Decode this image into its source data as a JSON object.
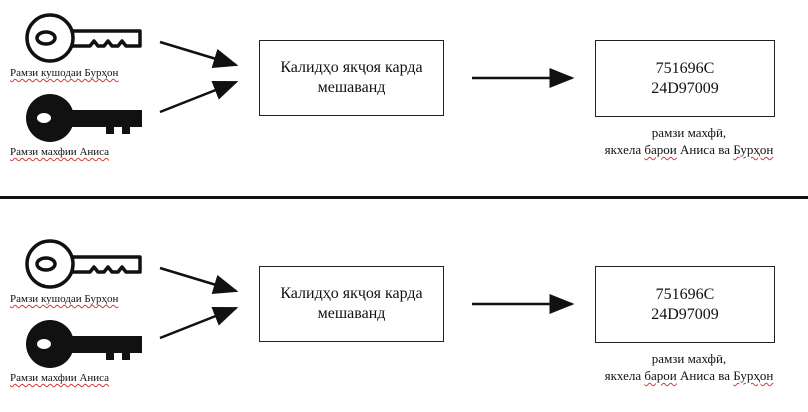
{
  "panels": [
    {
      "public_key_label": "Рамзи кушодаи Бурҳон",
      "private_key_label": "Рамзи махфии Аниса",
      "combine_box_line1": "Калидҳо якҷоя карда",
      "combine_box_line2": "мешаванд",
      "secret_line1": "751696C",
      "secret_line2": "24D97009",
      "caption_line1": "рамзи махфӣ,",
      "caption_line2_a": "якхела ",
      "caption_line2_b": "барои",
      "caption_line2_c": " Аниса ва ",
      "caption_line2_d": "Бурҳон"
    },
    {
      "public_key_label": "Рамзи кушодаи Бурҳон",
      "private_key_label": "Рамзи махфии Аниса",
      "combine_box_line1": "Калидҳо якҷоя карда",
      "combine_box_line2": "мешаванд",
      "secret_line1": "751696C",
      "secret_line2": "24D97009",
      "caption_line1": "рамзи махфӣ,",
      "caption_line2_a": "якхела ",
      "caption_line2_b": "барои",
      "caption_line2_c": " Аниса ва ",
      "caption_line2_d": "Бурҳон"
    }
  ],
  "colors": {
    "ink": "#111111",
    "spellcheck_underline": "#d23a3a"
  },
  "icons": {
    "public_key": "outline-key-icon",
    "private_key": "filled-key-icon"
  }
}
